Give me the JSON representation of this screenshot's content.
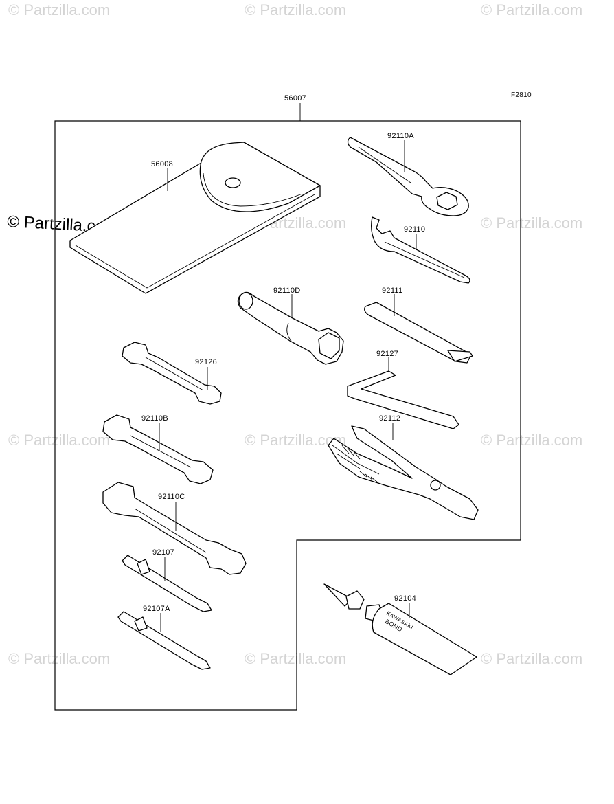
{
  "figure_code": "F2810",
  "watermark_text": "© Partzilla.com",
  "callouts": {
    "kit": "56007",
    "pouch": "56008",
    "box_wrench_a": "92110A",
    "spanner_92110": "92110",
    "plug_wrench": "92110D",
    "handle_bar": "92111",
    "wrench_92126": "92126",
    "hex_key": "92127",
    "wrench_b": "92110B",
    "pliers": "92112",
    "wrench_c": "92110C",
    "screwdriver_bit": "92107",
    "screwdriver_bit_a": "92107A",
    "bond_tube": "92104"
  },
  "tube_print": {
    "line1": "KAWASAKI",
    "line2": "BOND"
  }
}
